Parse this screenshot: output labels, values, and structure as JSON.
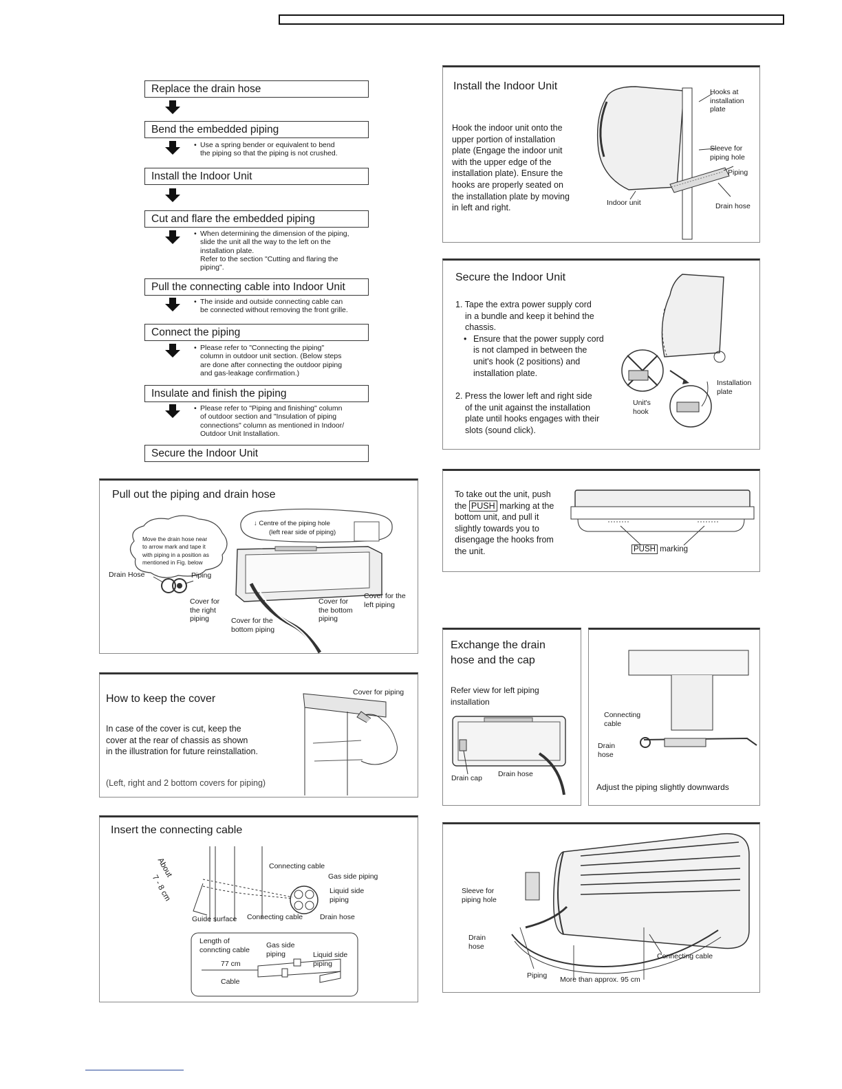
{
  "flow": {
    "steps": [
      "Replace the drain hose",
      "Bend the embedded piping",
      "Install the Indoor Unit",
      "Cut and flare the embedded piping",
      "Pull the connecting cable into Indoor Unit",
      "Connect the piping",
      "Insulate and finish the piping",
      "Secure the Indoor Unit"
    ],
    "notes": {
      "bend_1": "Use a spring bender or equivalent to bend",
      "bend_2": "the piping so that the piping is not crushed.",
      "cut_1": "When determining the dimension of the piping,",
      "cut_2": "slide the unit all the way to the left on the",
      "cut_3": "installation plate.",
      "cut_4": "Refer to the section \"Cutting and flaring the",
      "cut_5": "piping\".",
      "pull_1": "The inside and outside connecting cable can",
      "pull_2": "be connected without removing the front grille.",
      "conn_1": "Please refer to \"Connecting the piping\"",
      "conn_2": "column in outdoor unit section. (Below steps",
      "conn_3": "are done after connecting the outdoor piping",
      "conn_4": "and gas-leakage confirmation.)",
      "ins_1": "Please refer to \"Piping and finishing\" column",
      "ins_2": "of outdoor section and \"Insulation of piping",
      "ins_3": "connections\" column as mentioned in Indoor/",
      "ins_4": "Outdoor Unit Installation."
    }
  },
  "pull_out": {
    "title": "Pull out the piping and drain hose",
    "centre_1": "Centre of the piping hole",
    "centre_2": "(left rear side of piping)",
    "bubble_1": "Move the drain hose near",
    "bubble_2": "to arrow mark and tape it",
    "bubble_3": "with piping in a position as",
    "bubble_4": "mentioned in Fig. below",
    "drain_hose": "Drain Hose",
    "piping": "Piping",
    "cover_right_1": "Cover for",
    "cover_right_2": "the right",
    "cover_right_3": "piping",
    "cover_bottom_a_1": "Cover for the",
    "cover_bottom_a_2": "bottom piping",
    "cover_bottom_b_1": "Cover for",
    "cover_bottom_b_2": "the bottom",
    "cover_bottom_b_3": "piping",
    "cover_left_1": "Cover for the",
    "cover_left_2": "left piping"
  },
  "keep_cover": {
    "title": "How to keep the cover",
    "text_1": "In case of the cover is cut, keep the",
    "text_2": "cover at the rear of chassis as shown",
    "text_3": "in the illustration for future reinstallation.",
    "note": "(Left, right and 2 bottom covers for piping)",
    "cover_for_piping": "Cover for piping"
  },
  "insert_cable": {
    "title": "Insert the connecting cable",
    "about": "About",
    "cm": "7 - 8 cm",
    "connecting_cable": "Connecting cable",
    "gas_side": "Gas side piping",
    "liquid_1": "Liquid side",
    "liquid_2": "piping",
    "guide_surface": "Guide surface",
    "connecting_cable_2": "Connecting cable",
    "drain_hose": "Drain hose",
    "length_1": "Length of",
    "length_2": "conncting cable",
    "gas_1": "Gas side",
    "gas_2": "piping",
    "liq_1": "Liquid side",
    "liq_2": "piping",
    "cm77": "77 cm",
    "cable": "Cable"
  },
  "install_indoor": {
    "title": "Install the Indoor Unit",
    "text_1": "Hook the indoor unit onto the",
    "text_2": "upper portion of installation",
    "text_3": "plate (Engage the indoor unit",
    "text_4": "with the upper edge of the",
    "text_5": "installation plate). Ensure the",
    "text_6": "hooks are properly seated on",
    "text_7": "the installation plate by moving",
    "text_8": "in left and right.",
    "hooks_1": "Hooks at",
    "hooks_2": "installation",
    "hooks_3": "plate",
    "sleeve_1": "Sleeve for",
    "sleeve_2": "piping hole",
    "piping": "Piping",
    "indoor_unit": "Indoor unit",
    "drain_hose": "Drain hose"
  },
  "secure": {
    "title": "Secure the Indoor Unit",
    "s1_1": "1. Tape the extra power supply cord",
    "s1_2": "in a bundle and keep it behind the",
    "s1_3": "chassis.",
    "s1_b1": "Ensure that the power supply cord",
    "s1_b2": "is not clamped in between the",
    "s1_b3": "unit's hook (2 positions) and",
    "s1_b4": "installation plate.",
    "s2_1": "2. Press the lower left and right side",
    "s2_2": "of the unit against the installation",
    "s2_3": "plate until hooks engages with their",
    "s2_4": "slots (sound click).",
    "plate_1": "Installation",
    "plate_2": "plate",
    "hook_1": "Unit's",
    "hook_2": "hook"
  },
  "takeout": {
    "t1": "To take out the unit, push",
    "t2a": "the",
    "push": "PUSH",
    "t2b": "marking at the",
    "t3": "bottom unit, and pull it",
    "t4": "slightly towards you to",
    "t5": "disengage the hooks from",
    "t6": "the unit.",
    "marking": "marking"
  },
  "exchange": {
    "title_1": "Exchange the drain",
    "title_2": "hose and the cap",
    "refer_1": "Refer view for left piping",
    "refer_2": "installation",
    "drain_cap": "Drain cap",
    "drain_hose": "Drain hose",
    "conn_1": "Connecting",
    "conn_2": "cable",
    "dh_1": "Drain",
    "dh_2": "hose",
    "adjust": "Adjust the piping slightly downwards"
  },
  "final": {
    "sleeve_1": "Sleeve for",
    "sleeve_2": "piping hole",
    "drain_1": "Drain",
    "drain_2": "hose",
    "connecting_cable": "Connecting cable",
    "piping": "Piping",
    "more_than": "More than approx. 95 cm"
  }
}
